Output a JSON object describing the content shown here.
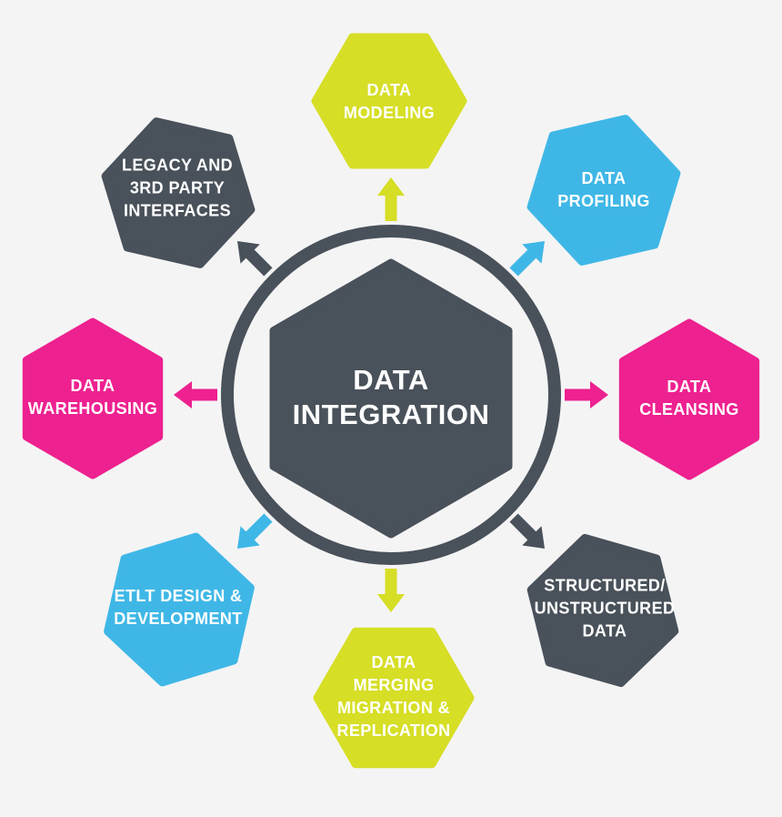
{
  "diagram": {
    "type": "hub-and-spoke-hexagons",
    "center": {
      "label": "DATA\nINTEGRATION"
    },
    "nodes": [
      {
        "id": "data-modeling",
        "position": "top",
        "color_key": "lime",
        "label": "DATA\nMODELING"
      },
      {
        "id": "data-profiling",
        "position": "top-right",
        "color_key": "cyan",
        "label": "DATA\nPROFILING"
      },
      {
        "id": "data-cleansing",
        "position": "right",
        "color_key": "magenta",
        "label": "DATA\nCLEANSING"
      },
      {
        "id": "structured-unstructured-data",
        "position": "bottom-right",
        "color_key": "dark",
        "label": "STRUCTURED/\nUNSTRUCTURED\nDATA"
      },
      {
        "id": "data-merging-migration-replication",
        "position": "bottom",
        "color_key": "lime",
        "label": "DATA\nMERGING\nMIGRATION &\nREPLICATION"
      },
      {
        "id": "etlt-design-development",
        "position": "bottom-left",
        "color_key": "cyan",
        "label": "ETLT DESIGN &\nDEVELOPMENT"
      },
      {
        "id": "data-warehousing",
        "position": "left",
        "color_key": "magenta",
        "label": "DATA\nWAREHOUSING"
      },
      {
        "id": "legacy-3rd-party-interfaces",
        "position": "top-left",
        "color_key": "dark",
        "label": "LEGACY AND\n3RD PARTY\nINTERFACES"
      }
    ],
    "arrows": [
      {
        "direction": "up",
        "color_key": "lime"
      },
      {
        "direction": "up-right",
        "color_key": "cyan"
      },
      {
        "direction": "right",
        "color_key": "magenta"
      },
      {
        "direction": "down-right",
        "color_key": "dark"
      },
      {
        "direction": "down",
        "color_key": "lime"
      },
      {
        "direction": "down-left",
        "color_key": "cyan"
      },
      {
        "direction": "left",
        "color_key": "magenta"
      },
      {
        "direction": "up-left",
        "color_key": "dark"
      }
    ]
  },
  "colors": {
    "background": "#f5f4f5",
    "dark": "#49515a",
    "lime": "#d6de26",
    "cyan": "#3fb7e6",
    "magenta": "#ed218f",
    "label_text": "#ffffff"
  }
}
